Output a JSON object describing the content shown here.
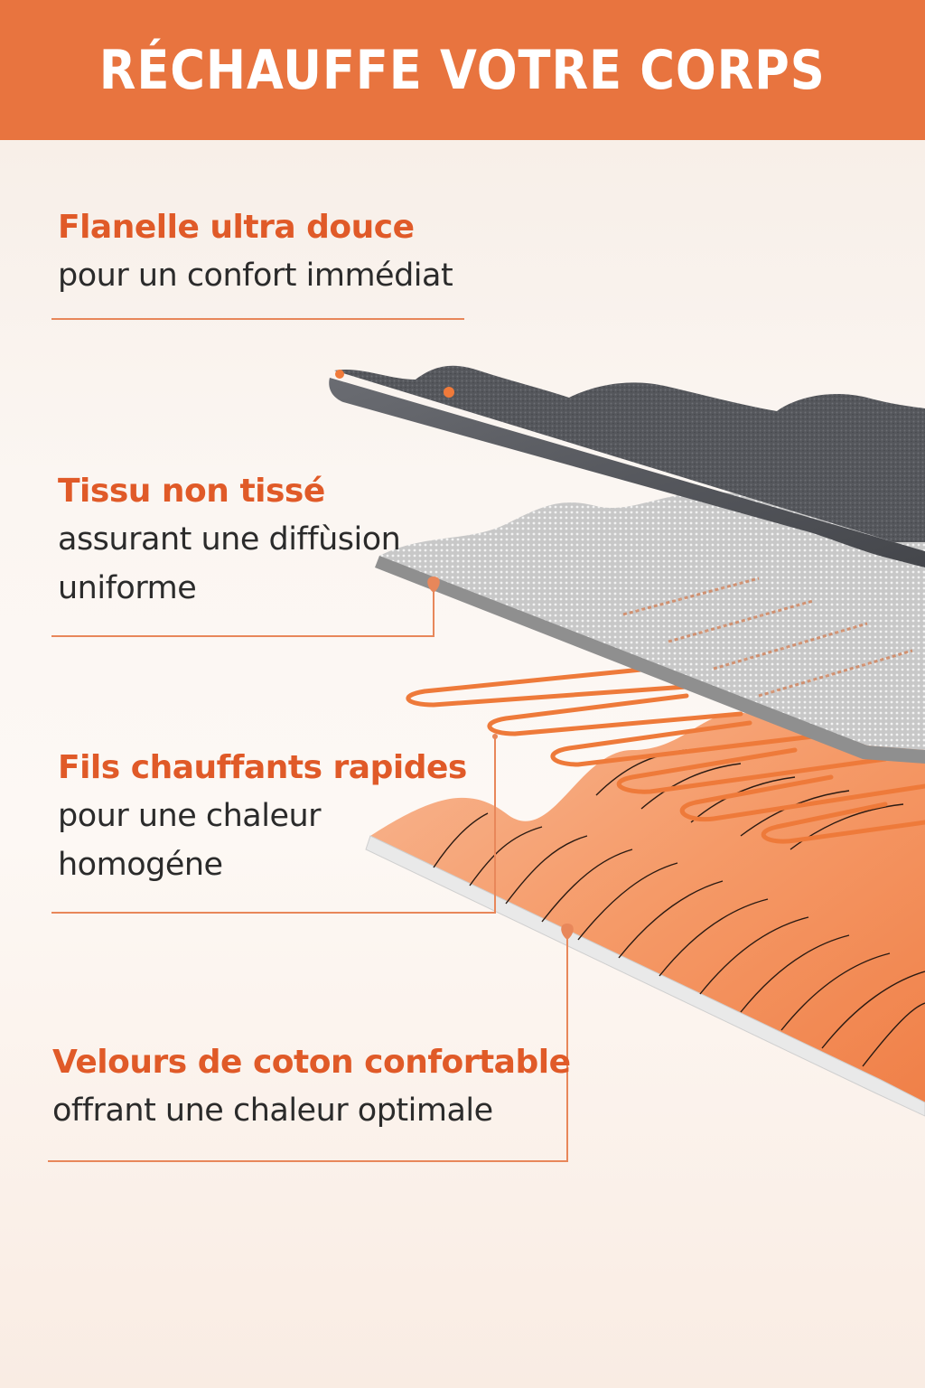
{
  "header": {
    "title": "RÉCHAUFFE VOTRE CORPS",
    "background_color": "#e8743f",
    "text_color": "#ffffff"
  },
  "features": [
    {
      "title": "Flanelle ultra douce",
      "description": "pour un confort immédiat",
      "layer": "dark-grey-flannel"
    },
    {
      "title": "Tissu non tissé",
      "description": "assurant une diffùsion\nuniforme",
      "layer": "grey-non-woven-mesh"
    },
    {
      "title": "Fils chauffants rapides",
      "description": "pour une chaleur\nhomogéne",
      "layer": "orange-heating-wires"
    },
    {
      "title": "Velours de coton confortable",
      "description": "offrant une chaleur optimale",
      "layer": "orange-cotton-velvet"
    }
  ],
  "colors": {
    "accent": "#e05a28",
    "leader_line": "#e8875a",
    "body_text": "#2b2b2b",
    "flannel": "#55575c",
    "mesh": "#b7b7b7",
    "wire": "#ee7a3a",
    "velvet": "#f39a6c"
  }
}
